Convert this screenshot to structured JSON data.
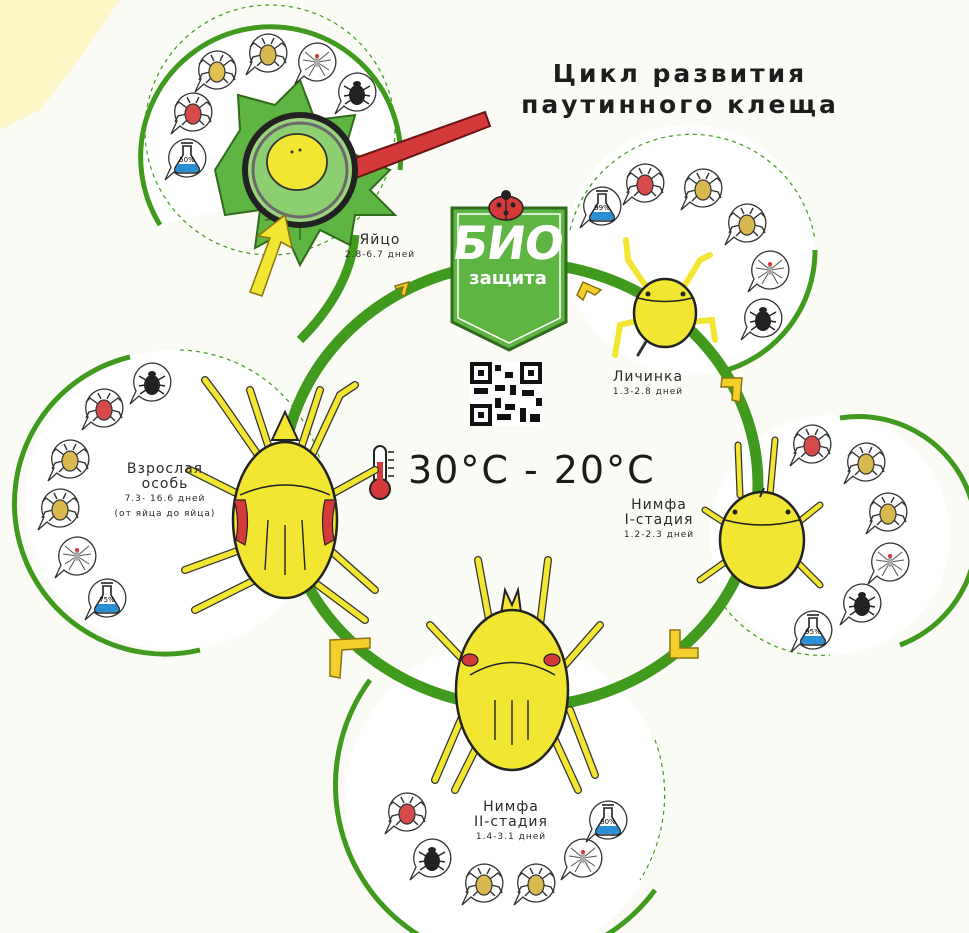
{
  "title_line1": "Цикл развития",
  "title_line2": "паутинного клеща",
  "logo": {
    "top": "БИО",
    "bottom": "защита"
  },
  "temperature": "30°C  -  20°C",
  "stages": {
    "egg": {
      "name": "Яйцо",
      "duration": "2.8-6.7 дней",
      "flask_percent": "50%"
    },
    "larva": {
      "name": "Личинка",
      "duration": "1.3-2.8 дней",
      "flask_percent": "99%"
    },
    "nymph1": {
      "name": "Нимфа",
      "name2": "I-стадия",
      "duration": "1.2-2.3 дней",
      "flask_percent": "95%"
    },
    "nymph2": {
      "name": "Нимфа",
      "name2": "II-стадия",
      "duration": "1.4-3.1 дней",
      "flask_percent": "80%"
    },
    "adult": {
      "name": "Взрослая",
      "name2": "особь",
      "duration": "7.3- 16.6 дней",
      "note": "(от яйца до яйца)",
      "flask_percent": "75%"
    }
  },
  "colors": {
    "cycle_green": "#3f9a1e",
    "leaf_green": "#5fb543",
    "mite_yellow": "#f2e633",
    "arrow_yellow": "#f2cf2a",
    "flask_blue": "#2b8fd6",
    "red_accent": "#d43a3a"
  },
  "icons": [
    "ladybug-icon",
    "qr-code-icon",
    "thermometer-icon",
    "magnifier-icon",
    "leaf-icon",
    "flask-icon",
    "mite-icon",
    "beetle-icon",
    "spider-icon"
  ]
}
